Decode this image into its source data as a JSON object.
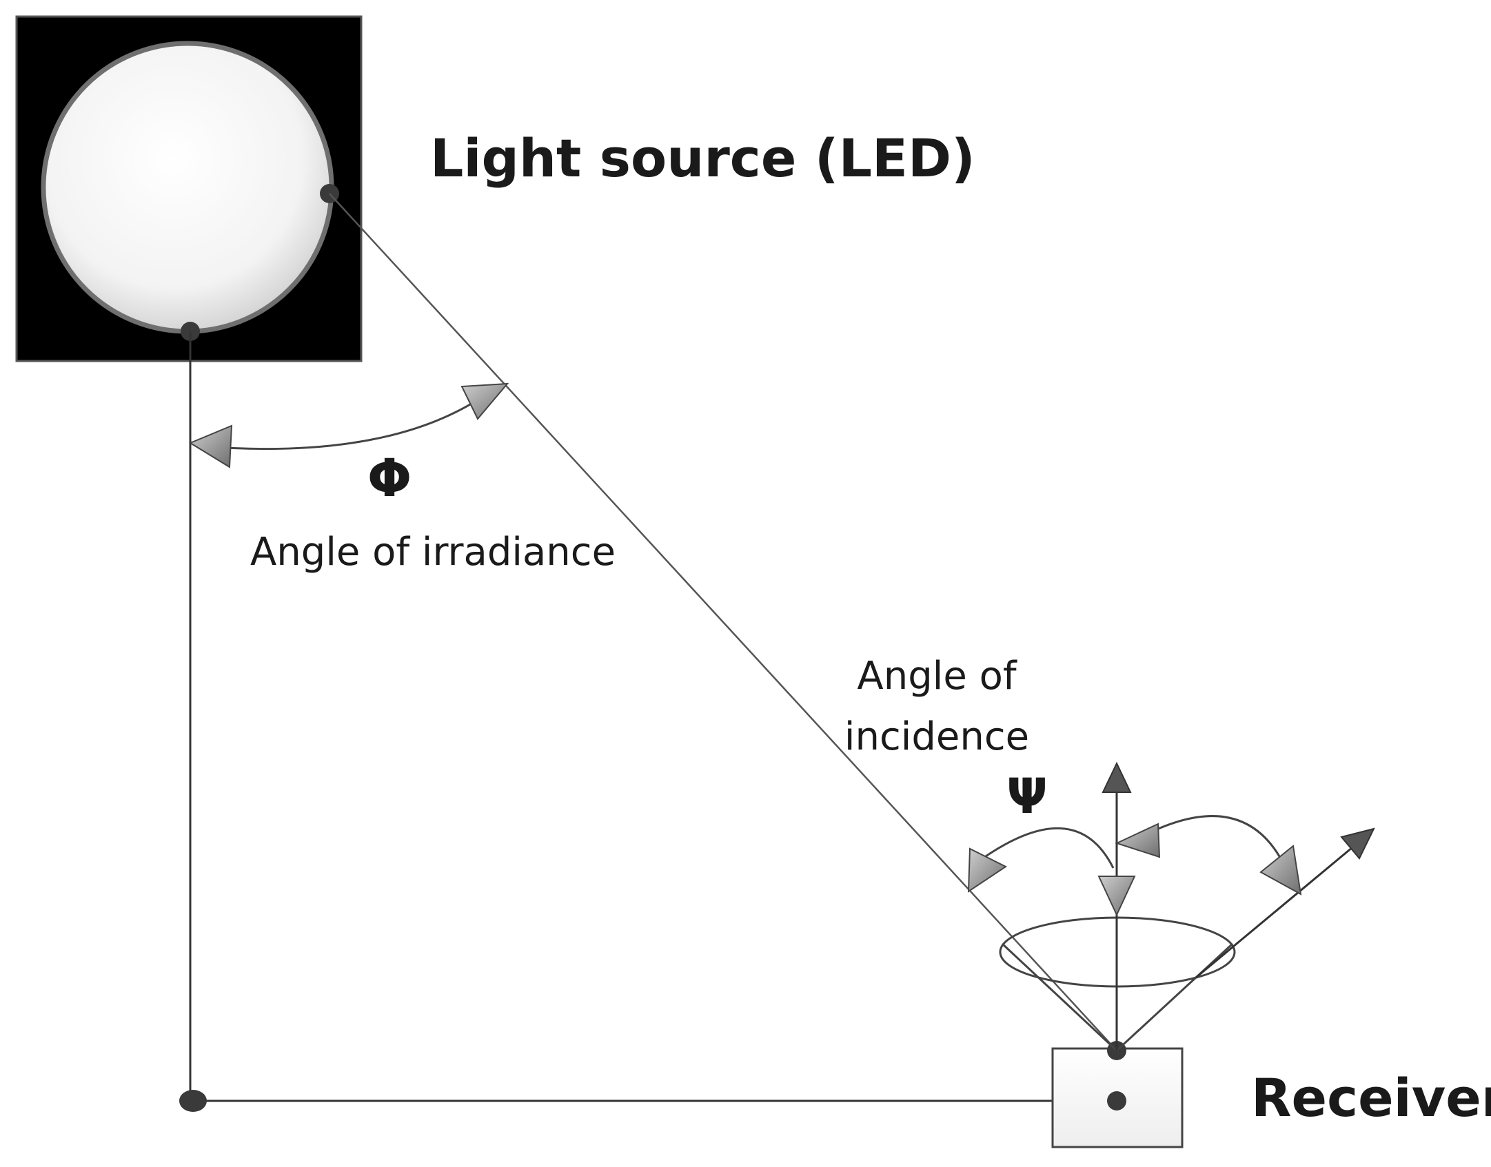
{
  "labels": {
    "light_source": "Light source (LED)",
    "phi_symbol": "Φ",
    "irradiance": "Angle of irradiance",
    "incidence_line1": "Angle of",
    "incidence_line2": "incidence",
    "psi_symbol": "Ψ",
    "receiver": "Receiver"
  }
}
